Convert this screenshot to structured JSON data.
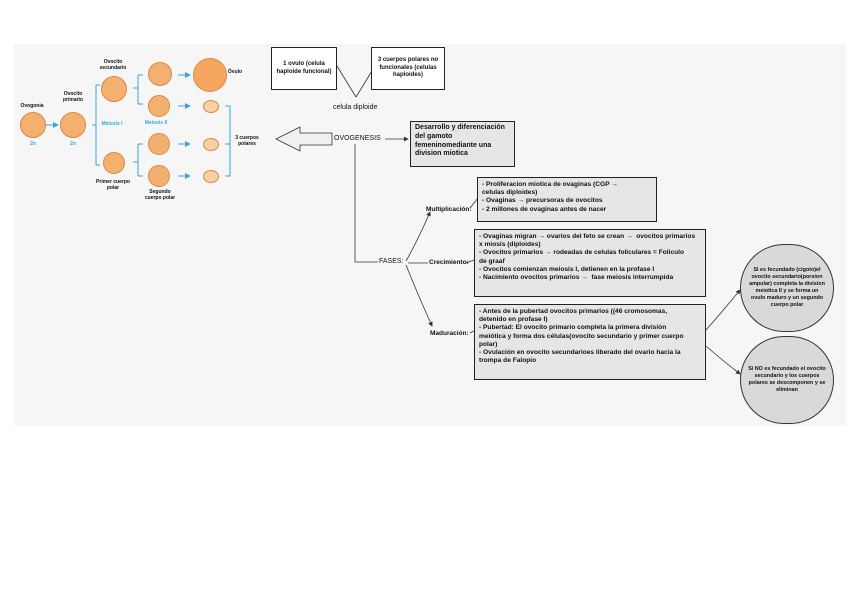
{
  "diagram": {
    "top_left_box": "1 ovulo (celula haploide funcional)",
    "top_right_box": "3 cuerpos polares no funcionales (celulas haploides)",
    "center_label_top": "celula diploide",
    "center_label": "OVOGENESIS",
    "definition_box": "Desarrollo y diferenciación del gamoto femeninomediante una division miotica",
    "phases_label": "FASES:",
    "phases": [
      {
        "name": "Multiplicación:",
        "lines": [
          "- Proliferacion miotica de ovaginas (CGP →",
          "celulas diploides)",
          "- Ovaginas → precursoras de ovocitos",
          "- 2 millones de ovaginas antes de nacer"
        ]
      },
      {
        "name": "Crecimiento:",
        "lines": [
          "- Ovaginas migran → ovarios del feto se crean →  ovocitos primarios",
          "x miosis (diploides)",
          "- Ovocitos primarios → rodeadas de celulas foliculares = Foliculo",
          "de graaf",
          "- Ovocitos comienzan meiosis I, detienen en la profase I",
          "- Nacimiento ovocitos primarios →  fase meiosis interrumpida"
        ]
      },
      {
        "name": "Maduración:",
        "lines": [
          "- Antes de la pubertad ovocitos primarios ((46 cromosomas,",
          "detenido en profase I)",
          "- Pubertad: El ovocito primario completa la primera división",
          "meiótica y forma dos células(ovocito secundario y primer cuerpo",
          "polar)",
          "- Ovulación en ovocito secundarioes liberado del ovario hacia la",
          "trompa de Falopio"
        ]
      }
    ],
    "oval_top": "Si es fecundado (cigoto)el ovocito secundario(porsion ampular) completa la division meiotica II y se forma un ovulo maduro y un segundo cuerpo polar",
    "oval_bottom": "Si NO es fecundado el ovocito secundario y los cuerpos polares se descomponen y se eliminan"
  },
  "illustration": {
    "labels": {
      "ovogonia": "Ovogonia",
      "ovocito_primario": "Ovocito primario",
      "ovocito_secundario": "Ovocito secundario",
      "ovulo": "Óvulo",
      "meiosis1": "Meiosis I",
      "meiosis2": "Meiosis II",
      "primer_cuerpo": "Primer cuerpo polar",
      "segundo_cuerpo": "Segundo cuerpo polar",
      "tres_cuerpos": "3 cuerpos polares",
      "dos_n_1": "2n",
      "dos_n_2": "2n"
    },
    "colors": {
      "cell": "#f4b06f",
      "arrow": "#3aa6d8",
      "accent": "#3aa6d8"
    }
  }
}
